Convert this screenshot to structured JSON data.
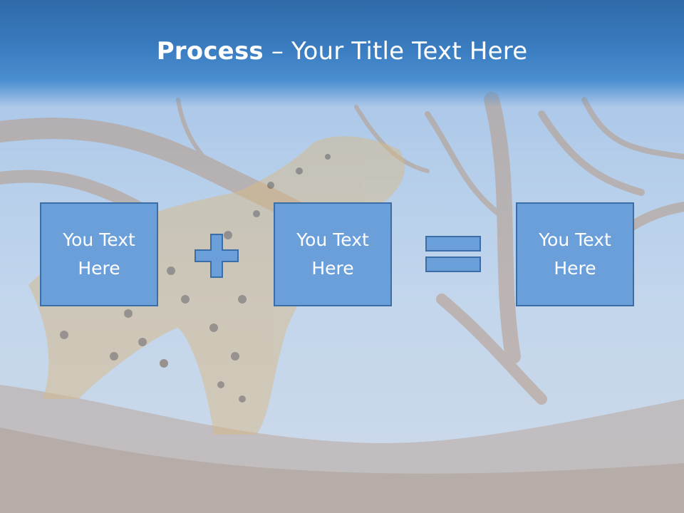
{
  "slide": {
    "title_bold": "Process",
    "title_rest": " – Your Title Text Here",
    "boxes": [
      {
        "text": "You Text Here"
      },
      {
        "text": "You Text Here"
      },
      {
        "text": "You Text Here"
      }
    ],
    "operators": [
      "plus",
      "equals"
    ]
  },
  "colors": {
    "header": "#3a7cc0",
    "box_fill": "#6a9fda",
    "box_border": "#3b6da6",
    "title_text": "#ffffff"
  }
}
